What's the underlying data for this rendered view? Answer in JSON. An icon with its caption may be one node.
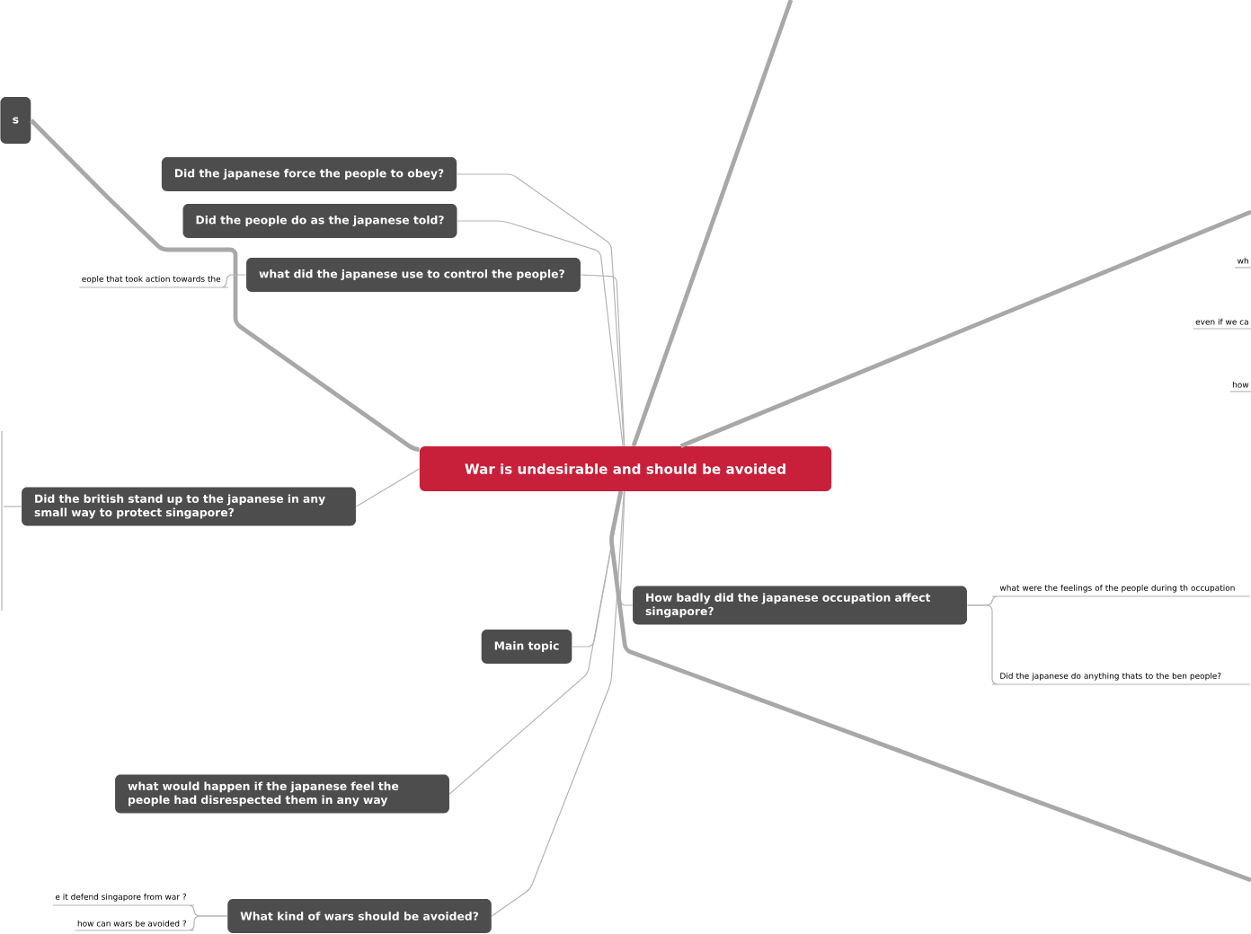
{
  "diagram": {
    "nodes": [
      {
        "text": [
          "War is undesirable and should be avoided"
        ]
      },
      {
        "text": [
          "Did the japanese force the people to obey?"
        ]
      },
      {
        "text": [
          "Did the people do as the japanese told?"
        ]
      },
      {
        "text": [
          "what did the japanese use to control the people?"
        ]
      },
      {
        "text": [
          "s"
        ]
      },
      {
        "text": [
          "eople that took action towards the"
        ]
      },
      {
        "text": [
          "Did the british stand up to the japanese in any small way to protect singapore?"
        ]
      },
      {
        "text": [
          "Main topic"
        ]
      },
      {
        "text": [
          "How badly did the japanese occupation affect singapore?"
        ]
      },
      {
        "text": [
          "what were the feelings of the people during th occupation"
        ]
      },
      {
        "text": [
          "Did the japanese do anything thats to the ben people?"
        ]
      },
      {
        "text": [
          "what would happen if the japanese feel the people had disrespected them in any way"
        ]
      },
      {
        "text": [
          "What kind of wars should be avoided?"
        ]
      },
      {
        "text": [
          "e it defend singapore from war ?"
        ]
      },
      {
        "text": [
          "how can wars be avoided ?"
        ]
      },
      {
        "text": [
          "wh"
        ]
      },
      {
        "text": [
          "even if we ca"
        ]
      },
      {
        "text": [
          "how"
        ]
      }
    ],
    "edges": [
      {
        "from": 0,
        "to": 1,
        "arrow": "none"
      },
      {
        "from": 0,
        "to": 2,
        "arrow": "none"
      },
      {
        "from": 0,
        "to": 3,
        "arrow": "none"
      },
      {
        "from": 0,
        "to": 4,
        "arrow": "none",
        "style": "thick"
      },
      {
        "from": 0,
        "to": 6,
        "arrow": "none"
      },
      {
        "from": 0,
        "to": 7,
        "arrow": "none"
      },
      {
        "from": 0,
        "to": 8,
        "arrow": "none"
      },
      {
        "from": 0,
        "to": 11,
        "arrow": "none"
      },
      {
        "from": 0,
        "to": 12,
        "arrow": "none"
      },
      {
        "from": 0,
        "to": null,
        "arrow": "none",
        "style": "thick"
      },
      {
        "from": 0,
        "to": null,
        "arrow": "none",
        "style": "thick"
      },
      {
        "from": 0,
        "to": null,
        "arrow": "none",
        "style": "thick"
      },
      {
        "from": 3,
        "to": 5,
        "arrow": "none"
      },
      {
        "from": 6,
        "to": null,
        "arrow": "none"
      },
      {
        "from": 8,
        "to": 9,
        "arrow": "none"
      },
      {
        "from": 8,
        "to": 10,
        "arrow": "none"
      },
      {
        "from": 12,
        "to": 13,
        "arrow": "none"
      },
      {
        "from": 12,
        "to": 14,
        "arrow": "none"
      }
    ]
  }
}
